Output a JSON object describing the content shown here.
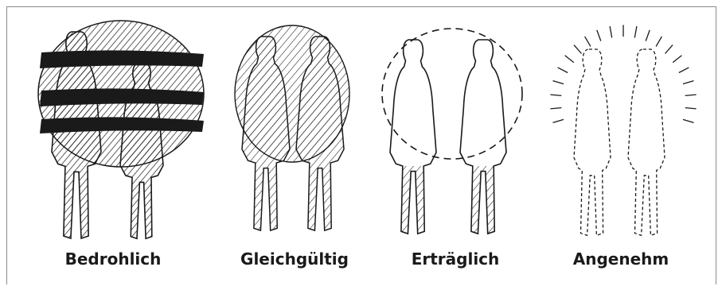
{
  "panels": [
    {
      "id": "p1",
      "style": "bedrohlich",
      "label": "Bedrohlich"
    },
    {
      "id": "p2",
      "style": "gleichgueltig",
      "label": "Gleichgültig"
    },
    {
      "id": "p3",
      "style": "ertraeglich",
      "label": "Erträglich"
    },
    {
      "id": "p4",
      "style": "angenehm",
      "label": "Angenehm"
    }
  ],
  "colors": {
    "ink": "#1a1a1a",
    "frame": "#8a8a8a",
    "background": "#ffffff"
  }
}
